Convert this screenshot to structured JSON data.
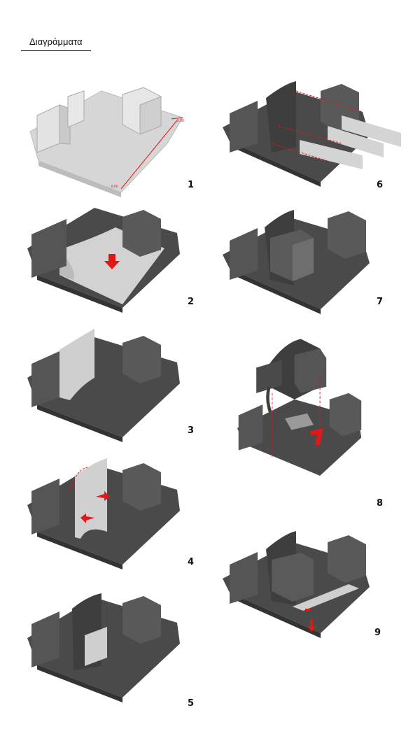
{
  "title": "Διαγράμματα",
  "diagrams": [
    {
      "number": "1",
      "dim_a": "5.00",
      "dim_b": "8.00"
    },
    {
      "number": "2"
    },
    {
      "number": "3"
    },
    {
      "number": "4"
    },
    {
      "number": "5"
    },
    {
      "number": "6"
    },
    {
      "number": "7"
    },
    {
      "number": "8"
    },
    {
      "number": "9"
    }
  ],
  "colors": {
    "accent": "#e01818",
    "base_dark": "#4a4a4a",
    "base_light": "#cfcfcf",
    "block": "#5a5a5a"
  }
}
